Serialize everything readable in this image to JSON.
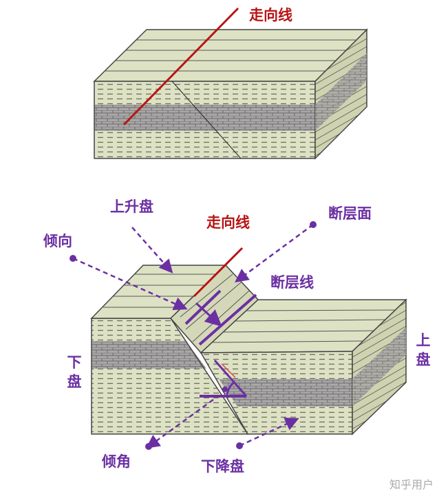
{
  "diagram": {
    "top_block": {
      "strike_line_label": "走向线"
    },
    "bottom_block": {
      "hanging_wall_up_label": "上升盘",
      "strike_line_label": "走向线",
      "fault_plane_label": "断层面",
      "dip_direction_label": "倾向",
      "fault_line_label": "断层线",
      "footwall_label": "下盘",
      "hanging_wall_label": "上盘",
      "dip_angle_label": "倾角",
      "downthrown_label": "下降盘"
    }
  },
  "watermark": "知乎用户",
  "colors": {
    "annotation_purple": "#6b2fa3",
    "strike_red": "#b81414",
    "rock_light": "#dde2c4",
    "rock_dark": "#a9a7a7",
    "outline": "#444444"
  }
}
